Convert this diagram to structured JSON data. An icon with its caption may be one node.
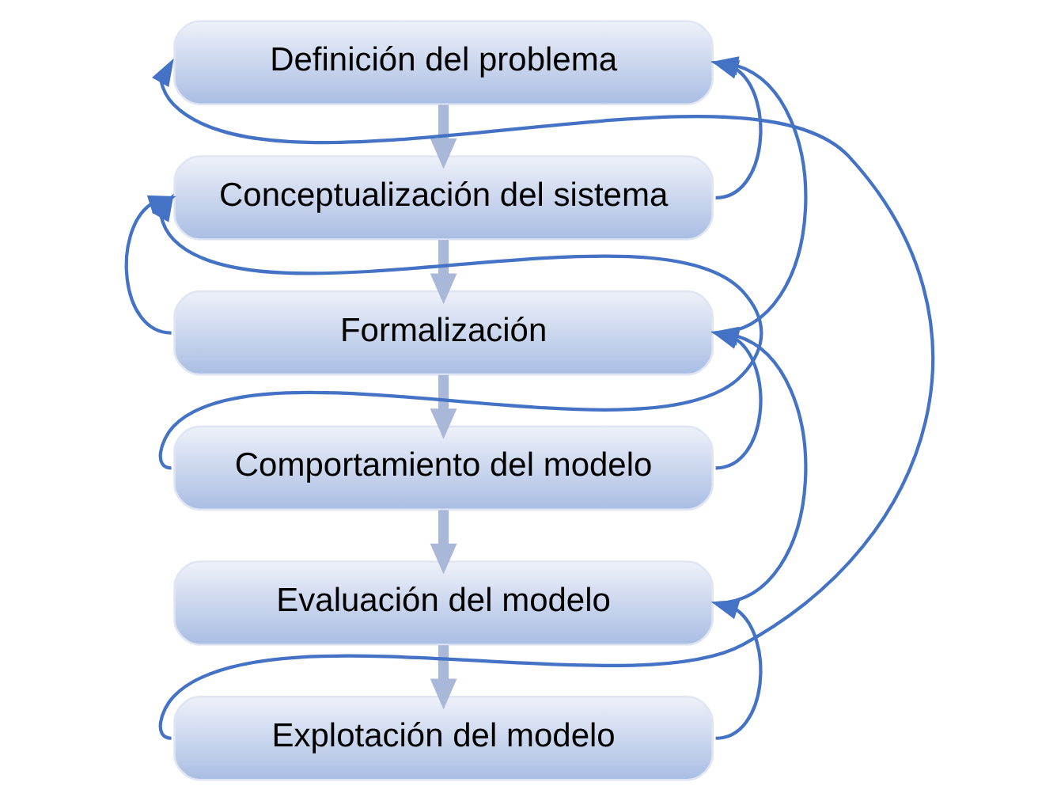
{
  "diagram": {
    "nodes": [
      {
        "text": [
          "Definición del problema"
        ]
      },
      {
        "text": [
          "Conceptualización del sistema"
        ]
      },
      {
        "text": [
          "Formalización"
        ]
      },
      {
        "text": [
          "Comportamiento del modelo"
        ]
      },
      {
        "text": [
          "Evaluación del modelo"
        ]
      },
      {
        "text": [
          "Explotación del modelo"
        ]
      }
    ],
    "edges": [
      {
        "from": 0,
        "to": 1,
        "arrow": "to",
        "style": "thick",
        "color": "#a9b8d8"
      },
      {
        "from": 1,
        "to": 2,
        "arrow": "to",
        "style": "thick",
        "color": "#a9b8d8"
      },
      {
        "from": 2,
        "to": 3,
        "arrow": "to",
        "style": "thick",
        "color": "#a9b8d8"
      },
      {
        "from": 3,
        "to": 4,
        "arrow": "to",
        "style": "thick",
        "color": "#a9b8d8"
      },
      {
        "from": 4,
        "to": 5,
        "arrow": "to",
        "style": "thick",
        "color": "#a9b8d8"
      },
      {
        "from": 5,
        "to": 0,
        "arrow": "to"
      },
      {
        "from": 3,
        "to": 1,
        "arrow": "to"
      },
      {
        "from": 2,
        "to": 1,
        "arrow": "to"
      },
      {
        "from": 1,
        "to": 0,
        "arrow": "to"
      },
      {
        "from": 2,
        "to": 0,
        "arrow": "to"
      },
      {
        "from": 3,
        "to": 2,
        "arrow": "to"
      },
      {
        "from": 4,
        "to": 2,
        "arrow": "to"
      },
      {
        "from": 5,
        "to": 4,
        "arrow": "to"
      }
    ]
  }
}
